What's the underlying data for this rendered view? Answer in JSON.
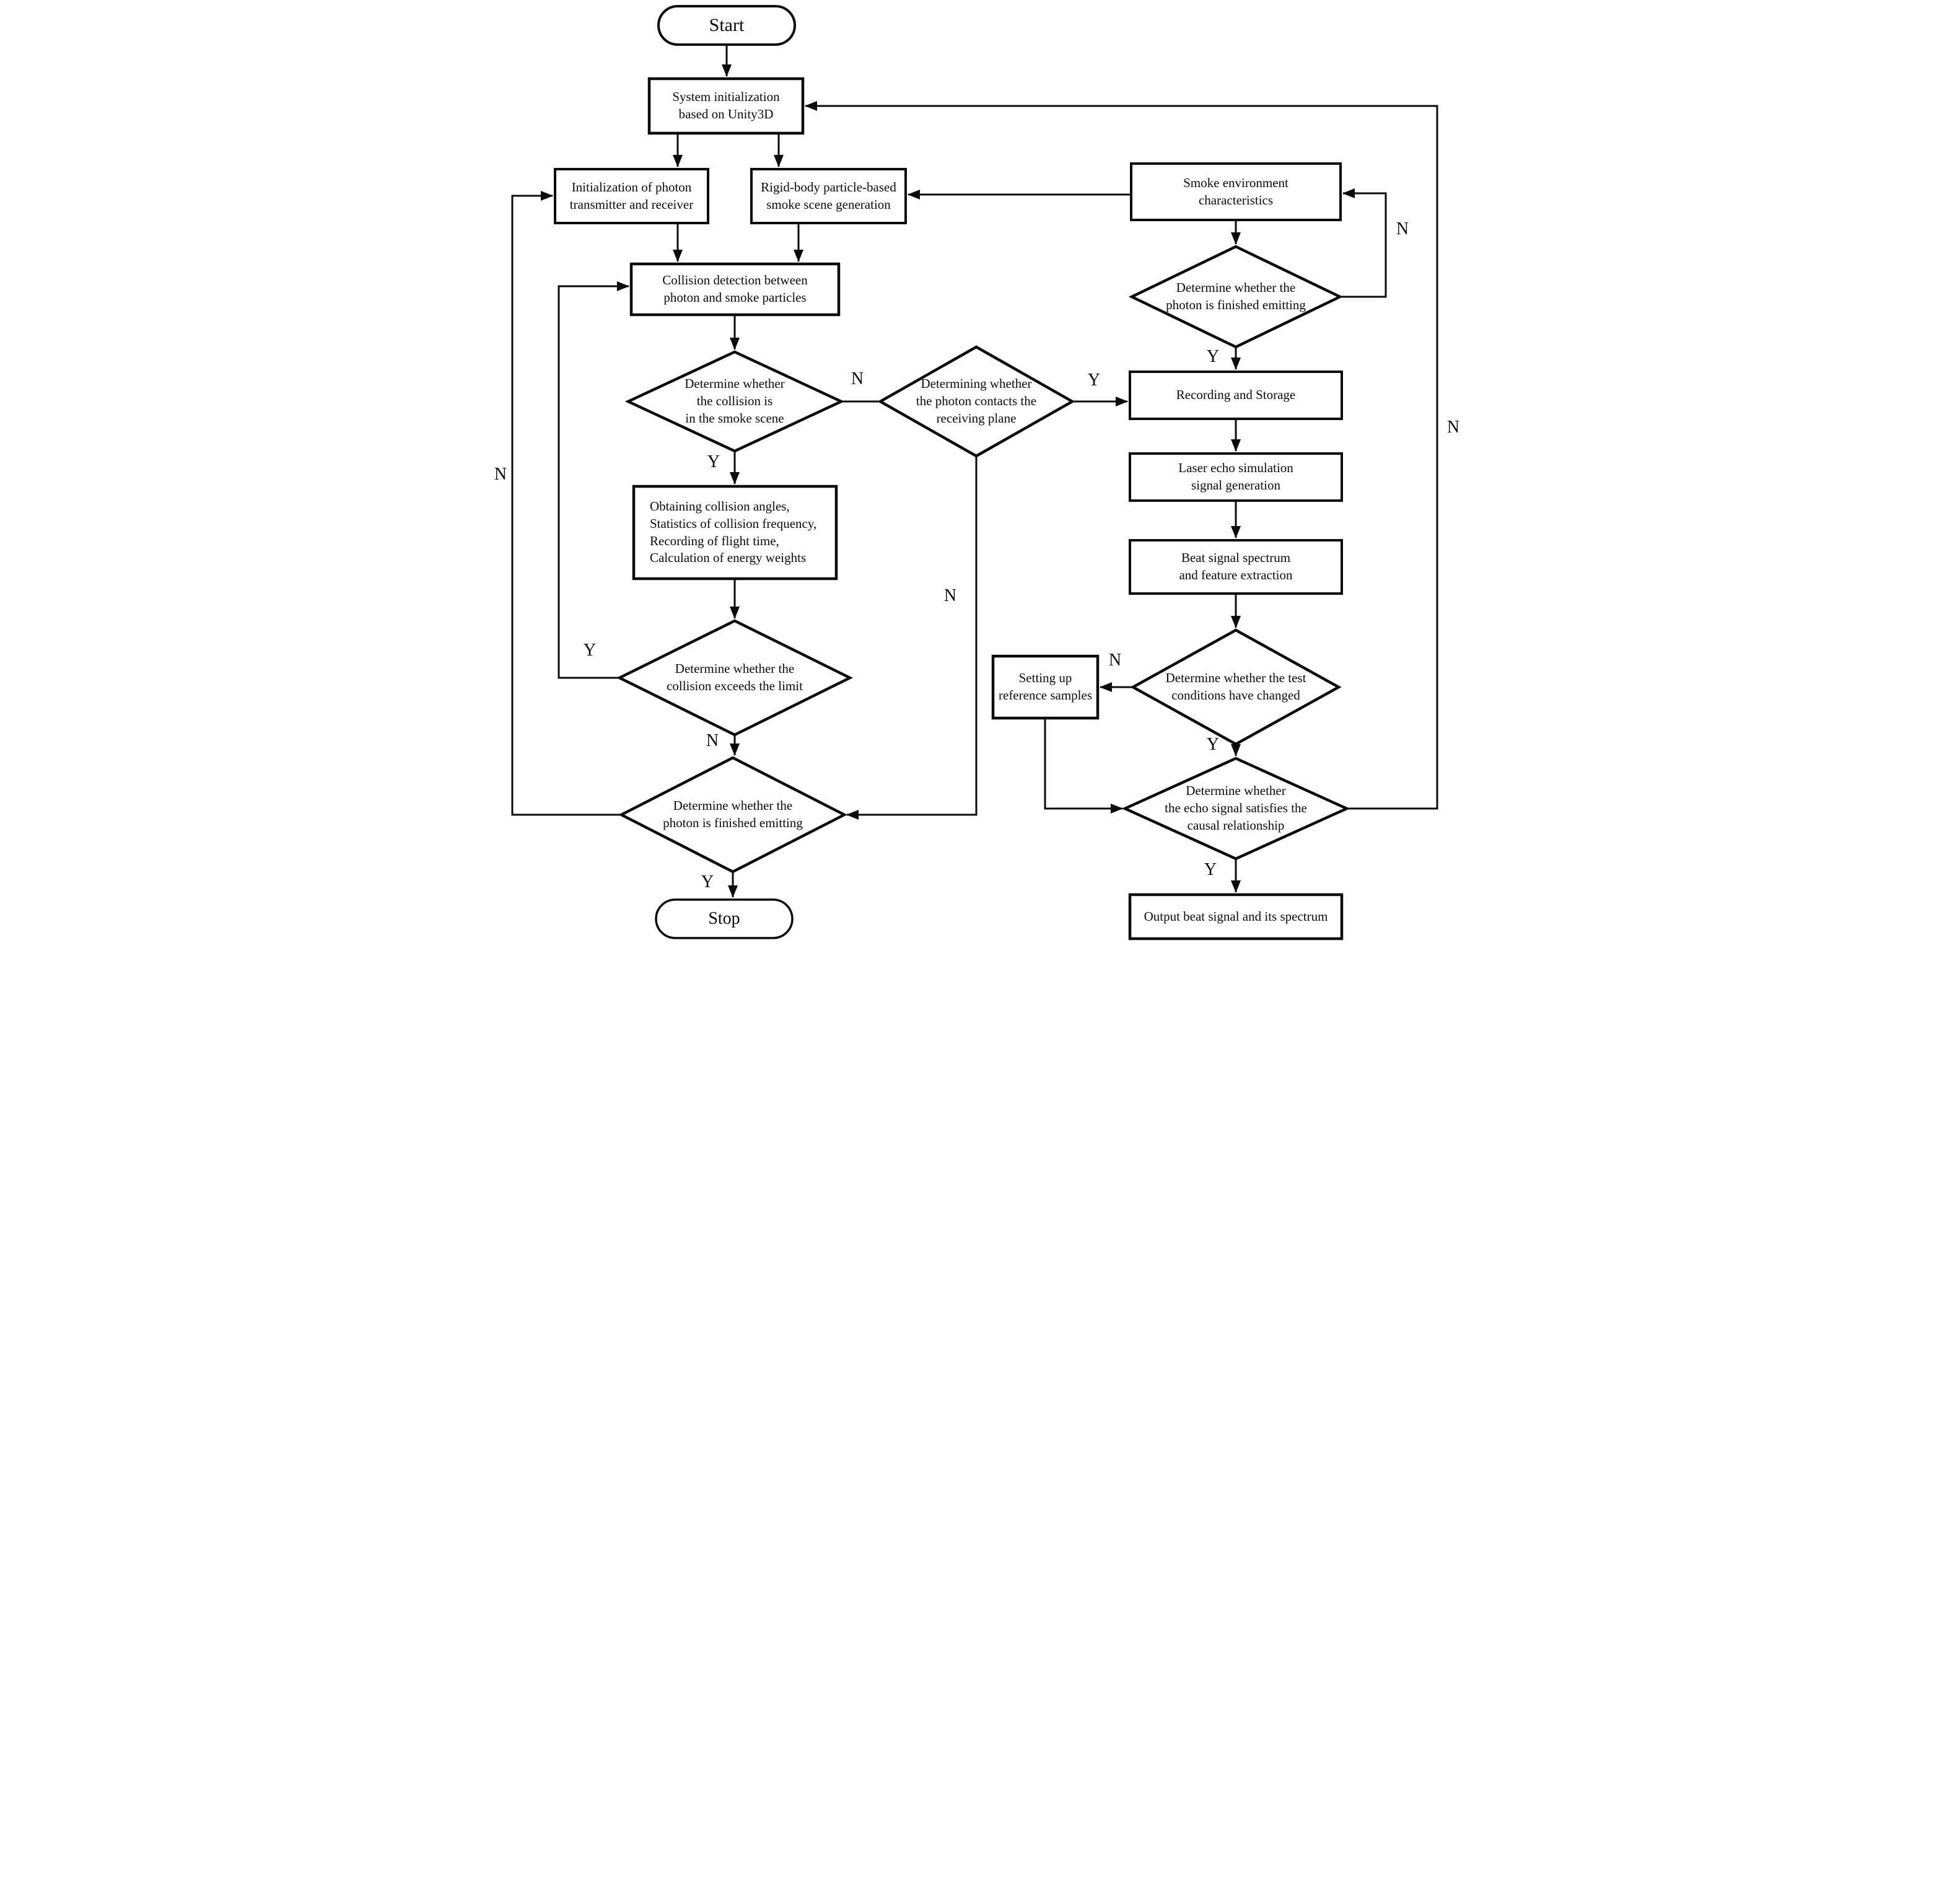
{
  "nodes": {
    "start": {
      "label": "Start"
    },
    "system_init": {
      "lines": [
        "System initialization",
        "based on Unity3D"
      ]
    },
    "init_photon": {
      "lines": [
        "Initialization of photon",
        "transmitter and receiver"
      ]
    },
    "rigid_body": {
      "lines": [
        "Rigid-body particle-based",
        "smoke scene generation"
      ]
    },
    "smoke_env": {
      "lines": [
        "Smoke environment",
        "characteristics"
      ]
    },
    "collision_detect": {
      "lines": [
        "Collision detection between",
        "photon and smoke particles"
      ]
    },
    "d_smoke_scene": {
      "lines": [
        "Determine whether",
        "the collision is",
        "in the smoke scene"
      ]
    },
    "d_contact_plane": {
      "lines": [
        "Determining whether",
        "the photon contacts the",
        "receiving plane"
      ]
    },
    "d_finished_top": {
      "lines": [
        "Determine whether the",
        "photon is finished emitting"
      ]
    },
    "recording": {
      "lines": [
        "Recording and Storage"
      ]
    },
    "laser_echo": {
      "lines": [
        "Laser echo simulation",
        "signal generation"
      ]
    },
    "beat_signal": {
      "lines": [
        "Beat signal spectrum",
        "and feature extraction"
      ]
    },
    "obtaining": {
      "lines": [
        "Obtaining collision angles,",
        "Statistics of collision frequency,",
        "Recording of flight time,",
        "Calculation of energy weights"
      ]
    },
    "d_exceed": {
      "lines": [
        "Determine whether the",
        "collision exceeds the limit"
      ]
    },
    "d_test_cond": {
      "lines": [
        "Determine whether the test",
        "conditions have changed"
      ]
    },
    "ref_samples": {
      "lines": [
        "Setting up",
        "reference samples"
      ]
    },
    "d_finished_bottom": {
      "lines": [
        "Determine whether the",
        "photon is finished emitting"
      ]
    },
    "d_causal": {
      "lines": [
        "Determine whether",
        "the echo signal satisfies the",
        "causal relationship"
      ]
    },
    "output": {
      "lines": [
        "Output beat signal and its spectrum"
      ]
    },
    "stop": {
      "label": "Stop"
    }
  },
  "edges": {
    "smoke_scene_n": "N",
    "smoke_scene_y": "Y",
    "contact_plane_y": "Y",
    "contact_plane_n": "N",
    "finished_top_n": "N",
    "finished_top_y": "Y",
    "exceed_y": "Y",
    "exceed_n": "N",
    "left_return_n": "N",
    "finished_bottom_y": "Y",
    "test_cond_n": "N",
    "test_cond_y": "Y",
    "causal_y": "Y",
    "causal_n": "N"
  },
  "colors": {
    "stroke": "#0b0b0b",
    "background": "#ffffff"
  }
}
